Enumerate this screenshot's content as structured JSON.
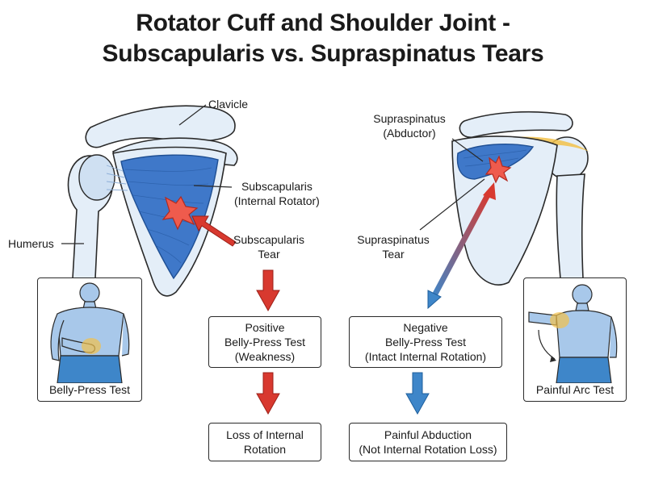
{
  "title": {
    "line1": "Rotator Cuff and Shoulder Joint -",
    "line2": "Subscapularis vs. Supraspinatus Tears"
  },
  "labels": {
    "clavicle": "Clavicle",
    "humerus": "Humerus",
    "subscapularis_1": "Subscapularis",
    "subscapularis_2": "(Internal Rotator)",
    "subscap_tear_1": "Subscapularis",
    "subscap_tear_2": "Tear",
    "supraspinatus_1": "Supraspinatus",
    "supraspinatus_2": "(Abductor)",
    "supra_tear_1": "Supraspinatus",
    "supra_tear_2": "Tear"
  },
  "boxes": {
    "positive": [
      "Positive",
      "Belly-Press Test",
      "(Weakness)"
    ],
    "negative": [
      "Negative",
      "Belly-Press Test",
      "(Intact Internal Rotation)"
    ],
    "loss": [
      "Loss of Internal",
      "Rotation"
    ],
    "painful": [
      "Painful Abduction",
      "(Not Internal Rotation Loss)"
    ]
  },
  "panels": {
    "belly_press": "Belly-Press Test",
    "painful_arc": "Painful Arc Test"
  },
  "colors": {
    "muscle": "#3f78c9",
    "bone": "#e4eef8",
    "bone_outline": "#2a2a2a",
    "tear_red": "#d8392f",
    "arrow_blue": "#3e86c9",
    "pain_glow": "#f2c14a",
    "skin": "#a8c8ea"
  }
}
